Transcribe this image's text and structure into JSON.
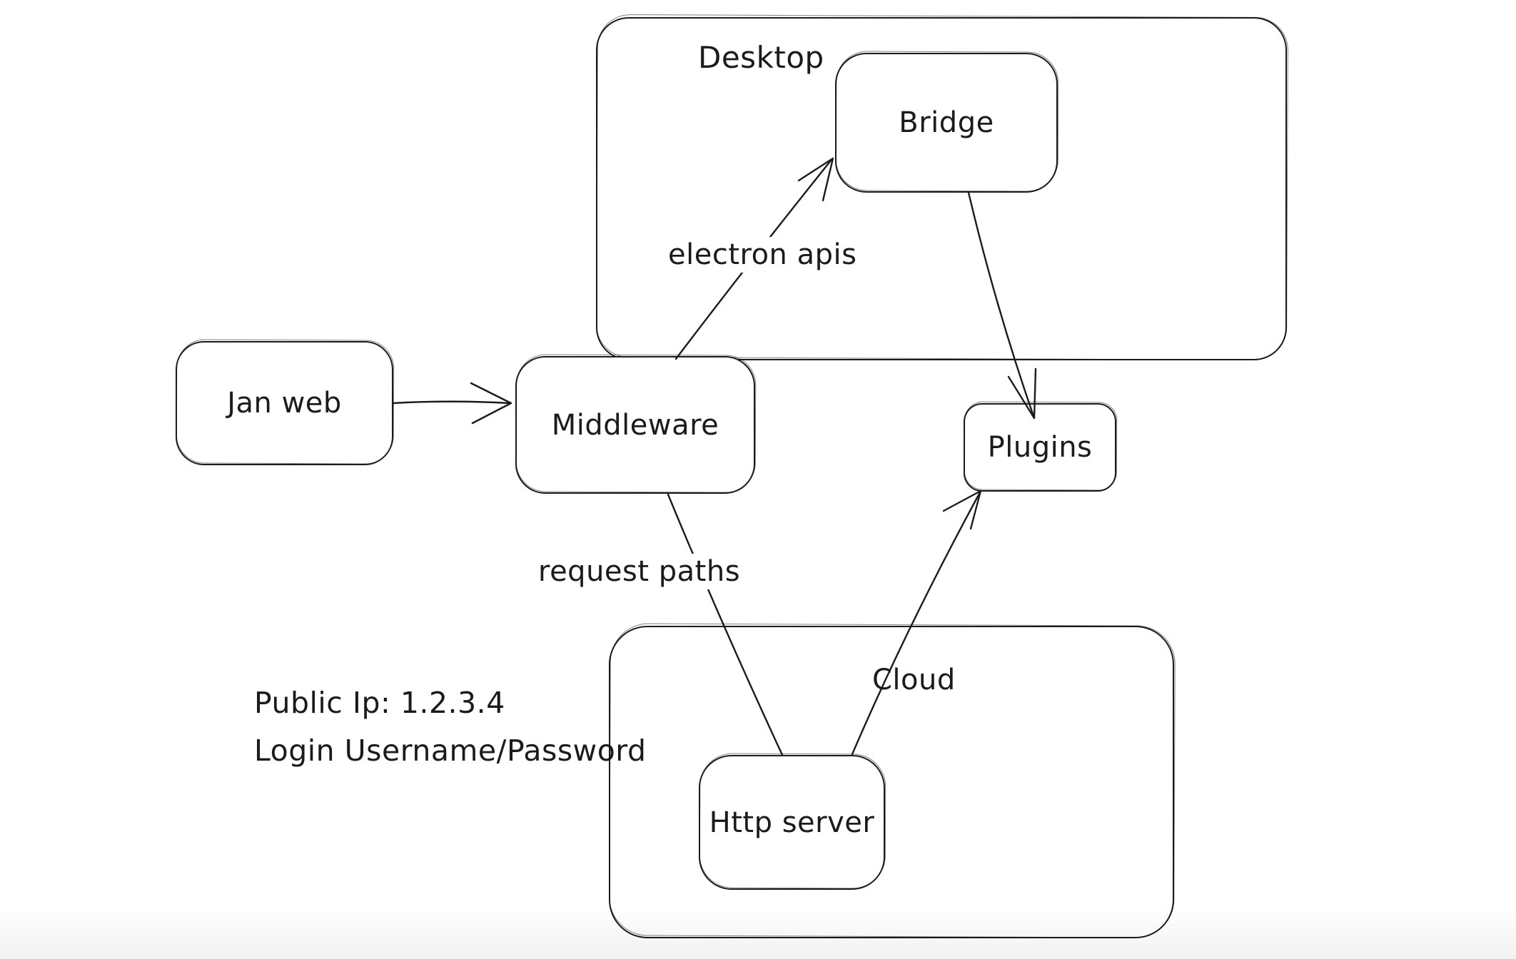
{
  "canvas": {
    "background": "#ffffff",
    "stroke_color": "#1b1b1b"
  },
  "containers": [
    {
      "id": "desktop",
      "label": "Desktop"
    },
    {
      "id": "cloud",
      "label": "Cloud"
    }
  ],
  "nodes": [
    {
      "id": "jan-web",
      "label": "Jan web"
    },
    {
      "id": "middleware",
      "label": "Middleware"
    },
    {
      "id": "bridge",
      "label": "Bridge"
    },
    {
      "id": "plugins",
      "label": "Plugins"
    },
    {
      "id": "http-server",
      "label": "Http server"
    }
  ],
  "edges": [
    {
      "id": "jan-web-to-middleware",
      "from": "Jan web",
      "to": "Middleware",
      "label": ""
    },
    {
      "id": "middleware-to-bridge",
      "from": "Middleware",
      "to": "Bridge",
      "label": "electron apis"
    },
    {
      "id": "bridge-to-plugins",
      "from": "Bridge",
      "to": "Plugins",
      "label": ""
    },
    {
      "id": "middleware-to-http-server",
      "from": "Middleware",
      "to": "Http server",
      "label": "request paths"
    },
    {
      "id": "http-server-to-plugins",
      "from": "Http server",
      "to": "Plugins",
      "label": ""
    }
  ],
  "annotations": {
    "public_ip": "Public Ip: 1.2.3.4",
    "login": "Login Username/Password"
  }
}
